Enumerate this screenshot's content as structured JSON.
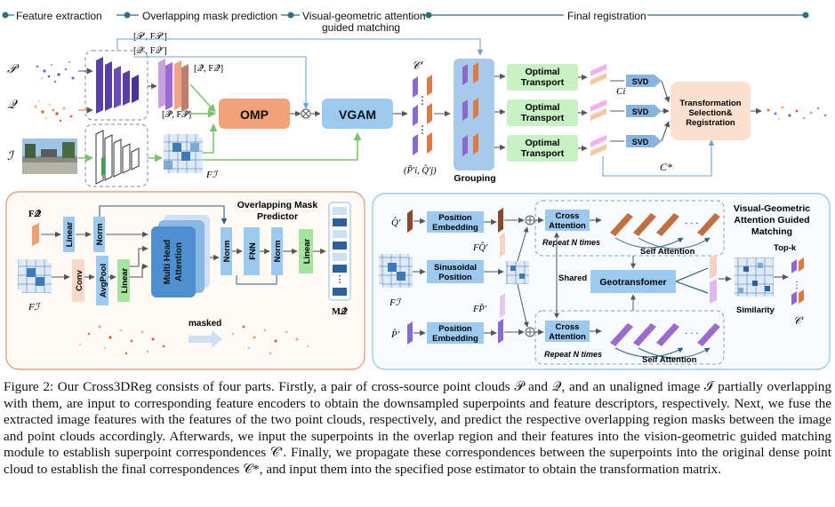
{
  "stages": [
    "Feature extraction",
    "Overlapping mask prediction",
    "Visual-geometric attention guided matching",
    "Final registration"
  ],
  "inputs": {
    "p": "𝒫",
    "q": "𝒬",
    "i": "ℐ"
  },
  "top_labels": {
    "p_prime_feat": "[𝒫′, F𝒫′]",
    "q_prime_feat": "[𝒬′, F𝒬′]",
    "q_hat_feat": "[𝒬̂, F𝒬̂]",
    "p_hat_feat": "[𝒫̂, F𝒫̂]",
    "f_i": "Fℐ",
    "c_prime": "𝒞′",
    "pair_label": "(P̂′i, Q̂′j)",
    "c_i": "Ci",
    "c_star": "C*"
  },
  "blocks": {
    "omp": "OMP",
    "vgam": "VGAM",
    "optimal_transport": "Optimal Transport",
    "svd": "SVD",
    "grouping": "Grouping",
    "registration": "Transformation Selection& Registration"
  },
  "omp_panel": {
    "title": "Overlapping Mask Predictor",
    "f_q_hat": "F𝒬̂",
    "linear": "Linear",
    "norm": "Norm",
    "multi_head_attention": "Multi Head Attention",
    "fnn": "FNN",
    "conv": "Conv",
    "avgpool": "AvgPool",
    "f_i": "Fℐ",
    "masked": "masked",
    "m_q": "M𝒬̂",
    "dots": "· · ·"
  },
  "vgam_panel": {
    "title": "Visual-Geometric Attention Guided Matching",
    "q_hat": "Q̂′",
    "p_hat": "P̂′",
    "position_embedding": "Position Embedding",
    "sinusoidal_position": "Sinusoidal Position",
    "cross_attention": "Cross Attention",
    "repeat": "Repeat N times",
    "self_attention": "Self Attention",
    "shared": "Shared",
    "geotransformer": "Geotransfomer",
    "f_q": "FQ̂′",
    "f_p": "FP̂′",
    "f_i": "Fℐ",
    "similarity": "Similarity",
    "top_k": "Top-k",
    "c_prime": "𝒞′",
    "dots": "· · ·"
  },
  "caption": "Figure 2: Our Cross3DReg consists of four parts. Firstly, a pair of cross-source point clouds 𝒫 and 𝒬, and an unaligned image ℐ partially overlapping with them, are input to corresponding feature encoders to obtain the downsampled superpoints and feature descriptors, respectively. Next, we fuse the extracted image features with the features of the two point clouds, respectively, and predict the respective overlapping region masks between the image and point clouds accordingly. Afterwards, we input the superpoints in the overlap region and their features into the vision-geometric guided matching module to establish superpoint correspondences 𝒞′. Finally, we propagate these correspondences between the superpoints into the original dense point cloud to establish the final correspondences 𝒞*, and input them into the specified pose estimator to obtain the transformation matrix.",
  "colors": {
    "omp": "#f2a17a",
    "vgam": "#9cc9ef",
    "ot": "#c8f1c4",
    "svd": "#8ab4e0",
    "registration": "#fbe0cf",
    "encoder": "#5a3ea6",
    "panel_left": "#e8a080",
    "panel_right": "#9ccbea"
  }
}
